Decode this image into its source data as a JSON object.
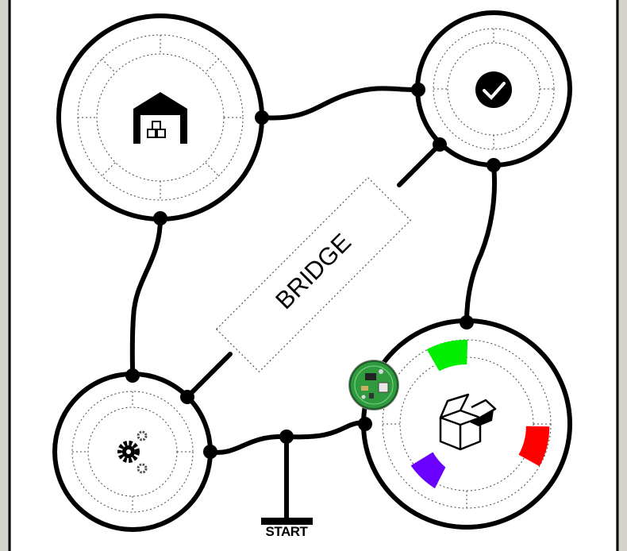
{
  "board": {
    "bridge_label": "BRIDGE",
    "start_label": "START",
    "colors": {
      "background": "#d4d4cc",
      "field": "#ffffff",
      "lines": "#000000",
      "marker_green": "#00ee00",
      "marker_red": "#ff0000",
      "marker_purple": "#6a00ff",
      "robot_board": "#2f9a3e"
    }
  },
  "zones": [
    {
      "name": "warehouse",
      "icon": "warehouse-icon"
    },
    {
      "name": "done",
      "icon": "checkmark-icon"
    },
    {
      "name": "assembly",
      "icon": "gears-icon"
    },
    {
      "name": "delivery",
      "icon": "open-box-icon"
    }
  ],
  "robot": {
    "name": "robot",
    "icon": "robot-icon"
  }
}
